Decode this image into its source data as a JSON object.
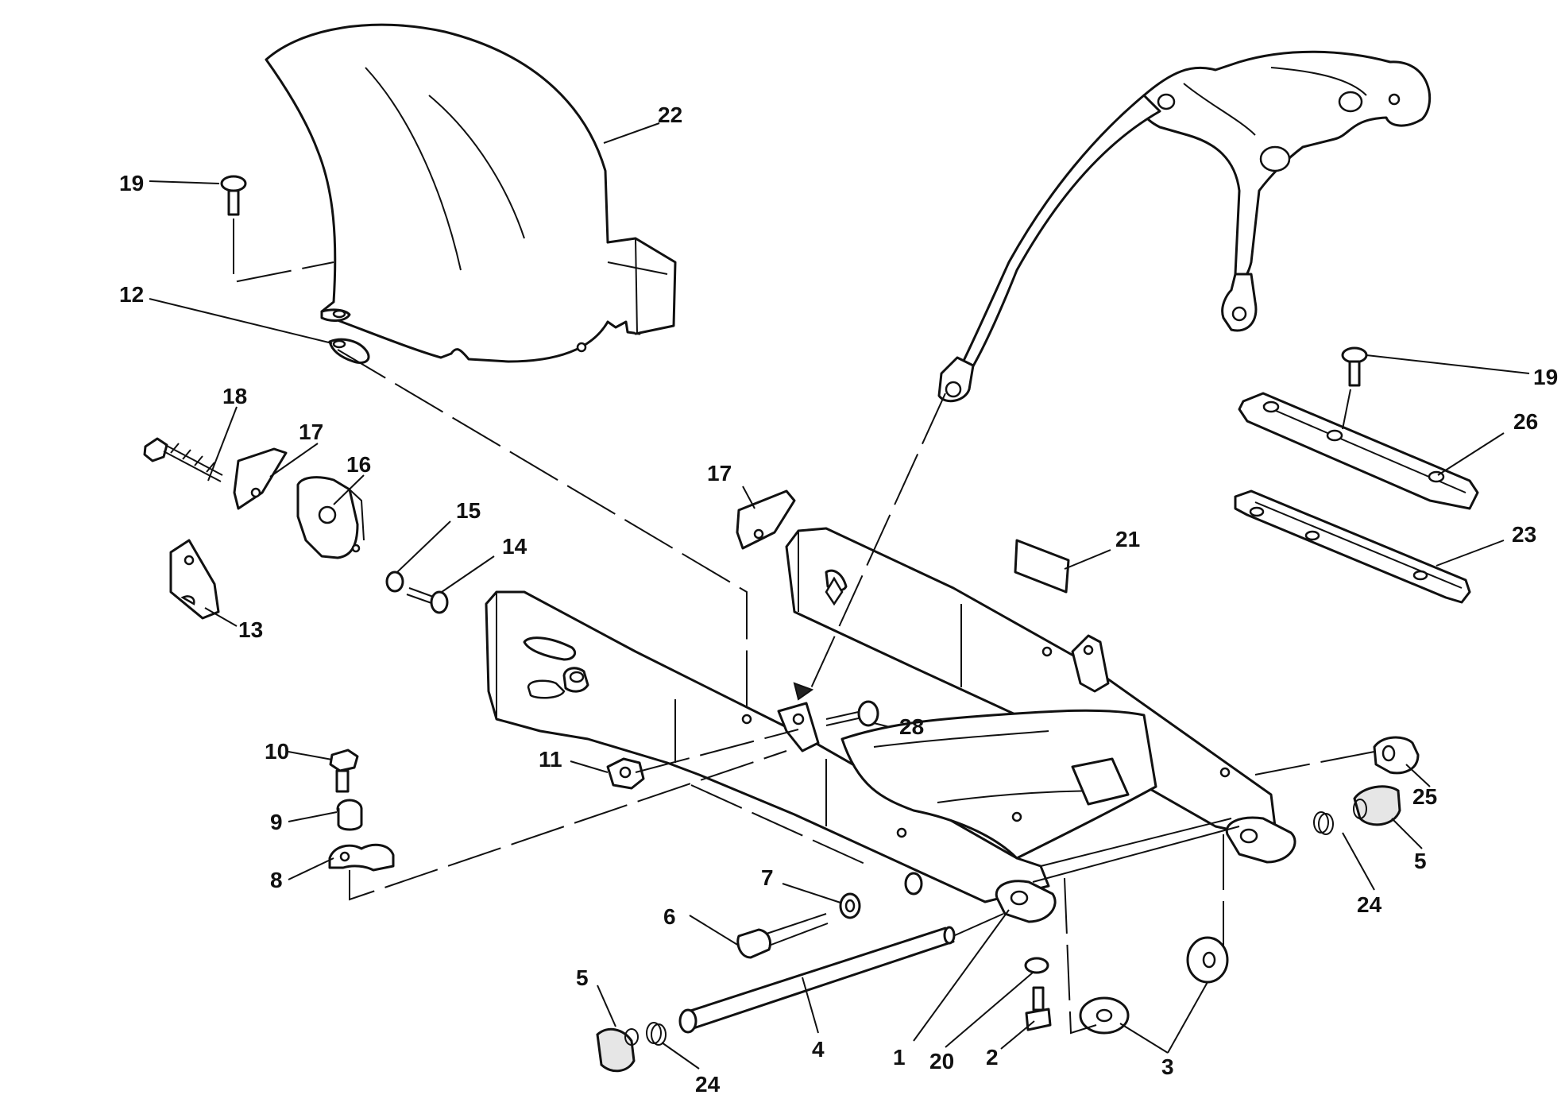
{
  "figure": {
    "background": "#ffffff",
    "line_color": "#111111",
    "callouts": [
      {
        "id": "c1",
        "label": "1"
      },
      {
        "id": "c2",
        "label": "2"
      },
      {
        "id": "c3",
        "label": "3"
      },
      {
        "id": "c4",
        "label": "4"
      },
      {
        "id": "c5a",
        "label": "5"
      },
      {
        "id": "c5b",
        "label": "5"
      },
      {
        "id": "c6",
        "label": "6"
      },
      {
        "id": "c7",
        "label": "7"
      },
      {
        "id": "c8",
        "label": "8"
      },
      {
        "id": "c9",
        "label": "9"
      },
      {
        "id": "c10",
        "label": "10"
      },
      {
        "id": "c11",
        "label": "11"
      },
      {
        "id": "c12",
        "label": "12"
      },
      {
        "id": "c13",
        "label": "13"
      },
      {
        "id": "c14",
        "label": "14"
      },
      {
        "id": "c15",
        "label": "15"
      },
      {
        "id": "c16",
        "label": "16"
      },
      {
        "id": "c17a",
        "label": "17"
      },
      {
        "id": "c17b",
        "label": "17"
      },
      {
        "id": "c18",
        "label": "18"
      },
      {
        "id": "c19a",
        "label": "19"
      },
      {
        "id": "c19b",
        "label": "19"
      },
      {
        "id": "c20",
        "label": "20"
      },
      {
        "id": "c21",
        "label": "21"
      },
      {
        "id": "c22",
        "label": "22"
      },
      {
        "id": "c23",
        "label": "23"
      },
      {
        "id": "c24a",
        "label": "24"
      },
      {
        "id": "c24b",
        "label": "24"
      },
      {
        "id": "c25",
        "label": "25"
      },
      {
        "id": "c26",
        "label": "26"
      },
      {
        "id": "c28",
        "label": "28"
      }
    ]
  }
}
